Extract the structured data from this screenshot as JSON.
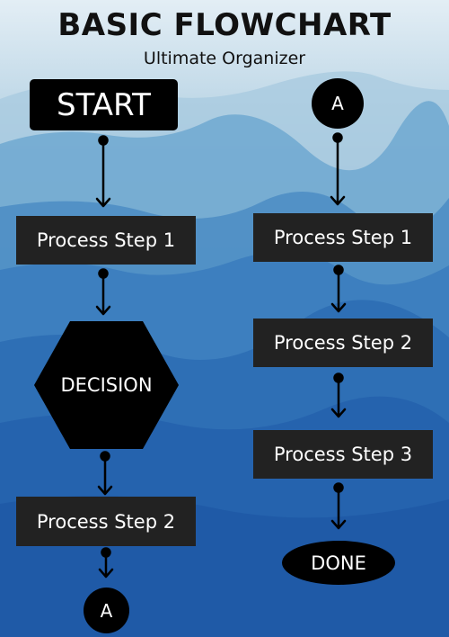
{
  "header": {
    "title": "BASIC FLOWCHART",
    "subtitle": "Ultimate Organizer"
  },
  "left_column": {
    "start": "START",
    "step1": "Process Step 1",
    "decision": "DECISION",
    "step2": "Process Step 2",
    "connector": "A"
  },
  "right_column": {
    "connector": "A",
    "step1": "Process Step 1",
    "step2": "Process Step 2",
    "step3": "Process Step 3",
    "end": "DONE"
  },
  "colors": {
    "sky_top": "#cfe3ef",
    "sky_bottom": "#1e5aa8",
    "box_fill": "#222222",
    "terminal_fill": "#000000",
    "text": "#ffffff",
    "connector_line": "#000000"
  }
}
